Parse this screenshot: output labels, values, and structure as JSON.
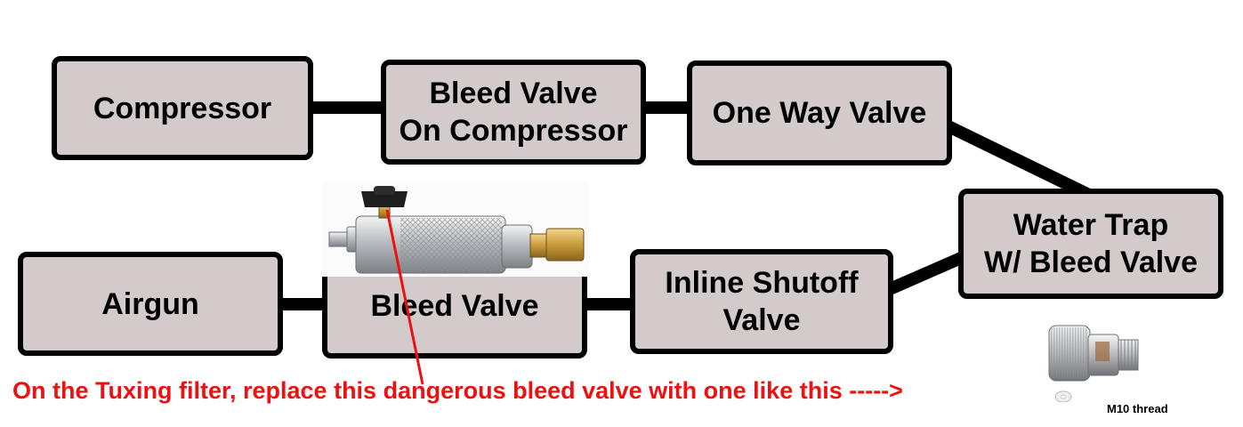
{
  "nodes": {
    "compressor": "Compressor",
    "bleed_valve_compressor": "Bleed Valve\nOn Compressor",
    "one_way_valve": "One Way Valve",
    "water_trap": "Water Trap\nW/ Bleed Valve",
    "inline_shutoff": "Inline Shutoff\nValve",
    "bleed_valve": "Bleed Valve",
    "airgun": "Airgun"
  },
  "edges": [
    [
      "compressor",
      "bleed_valve_compressor"
    ],
    [
      "bleed_valve_compressor",
      "one_way_valve"
    ],
    [
      "one_way_valve",
      "water_trap"
    ],
    [
      "water_trap",
      "inline_shutoff"
    ],
    [
      "inline_shutoff",
      "bleed_valve"
    ],
    [
      "bleed_valve",
      "airgun"
    ]
  ],
  "annotation": {
    "text": "On the Tuxing filter, replace this dangerous bleed valve with one like this ----->",
    "color": "#ee1111"
  },
  "replacement_part": {
    "label": "M10 thread"
  },
  "colors": {
    "node_fill": "#d3cbcb",
    "node_border": "#000000",
    "connector": "#000000"
  }
}
